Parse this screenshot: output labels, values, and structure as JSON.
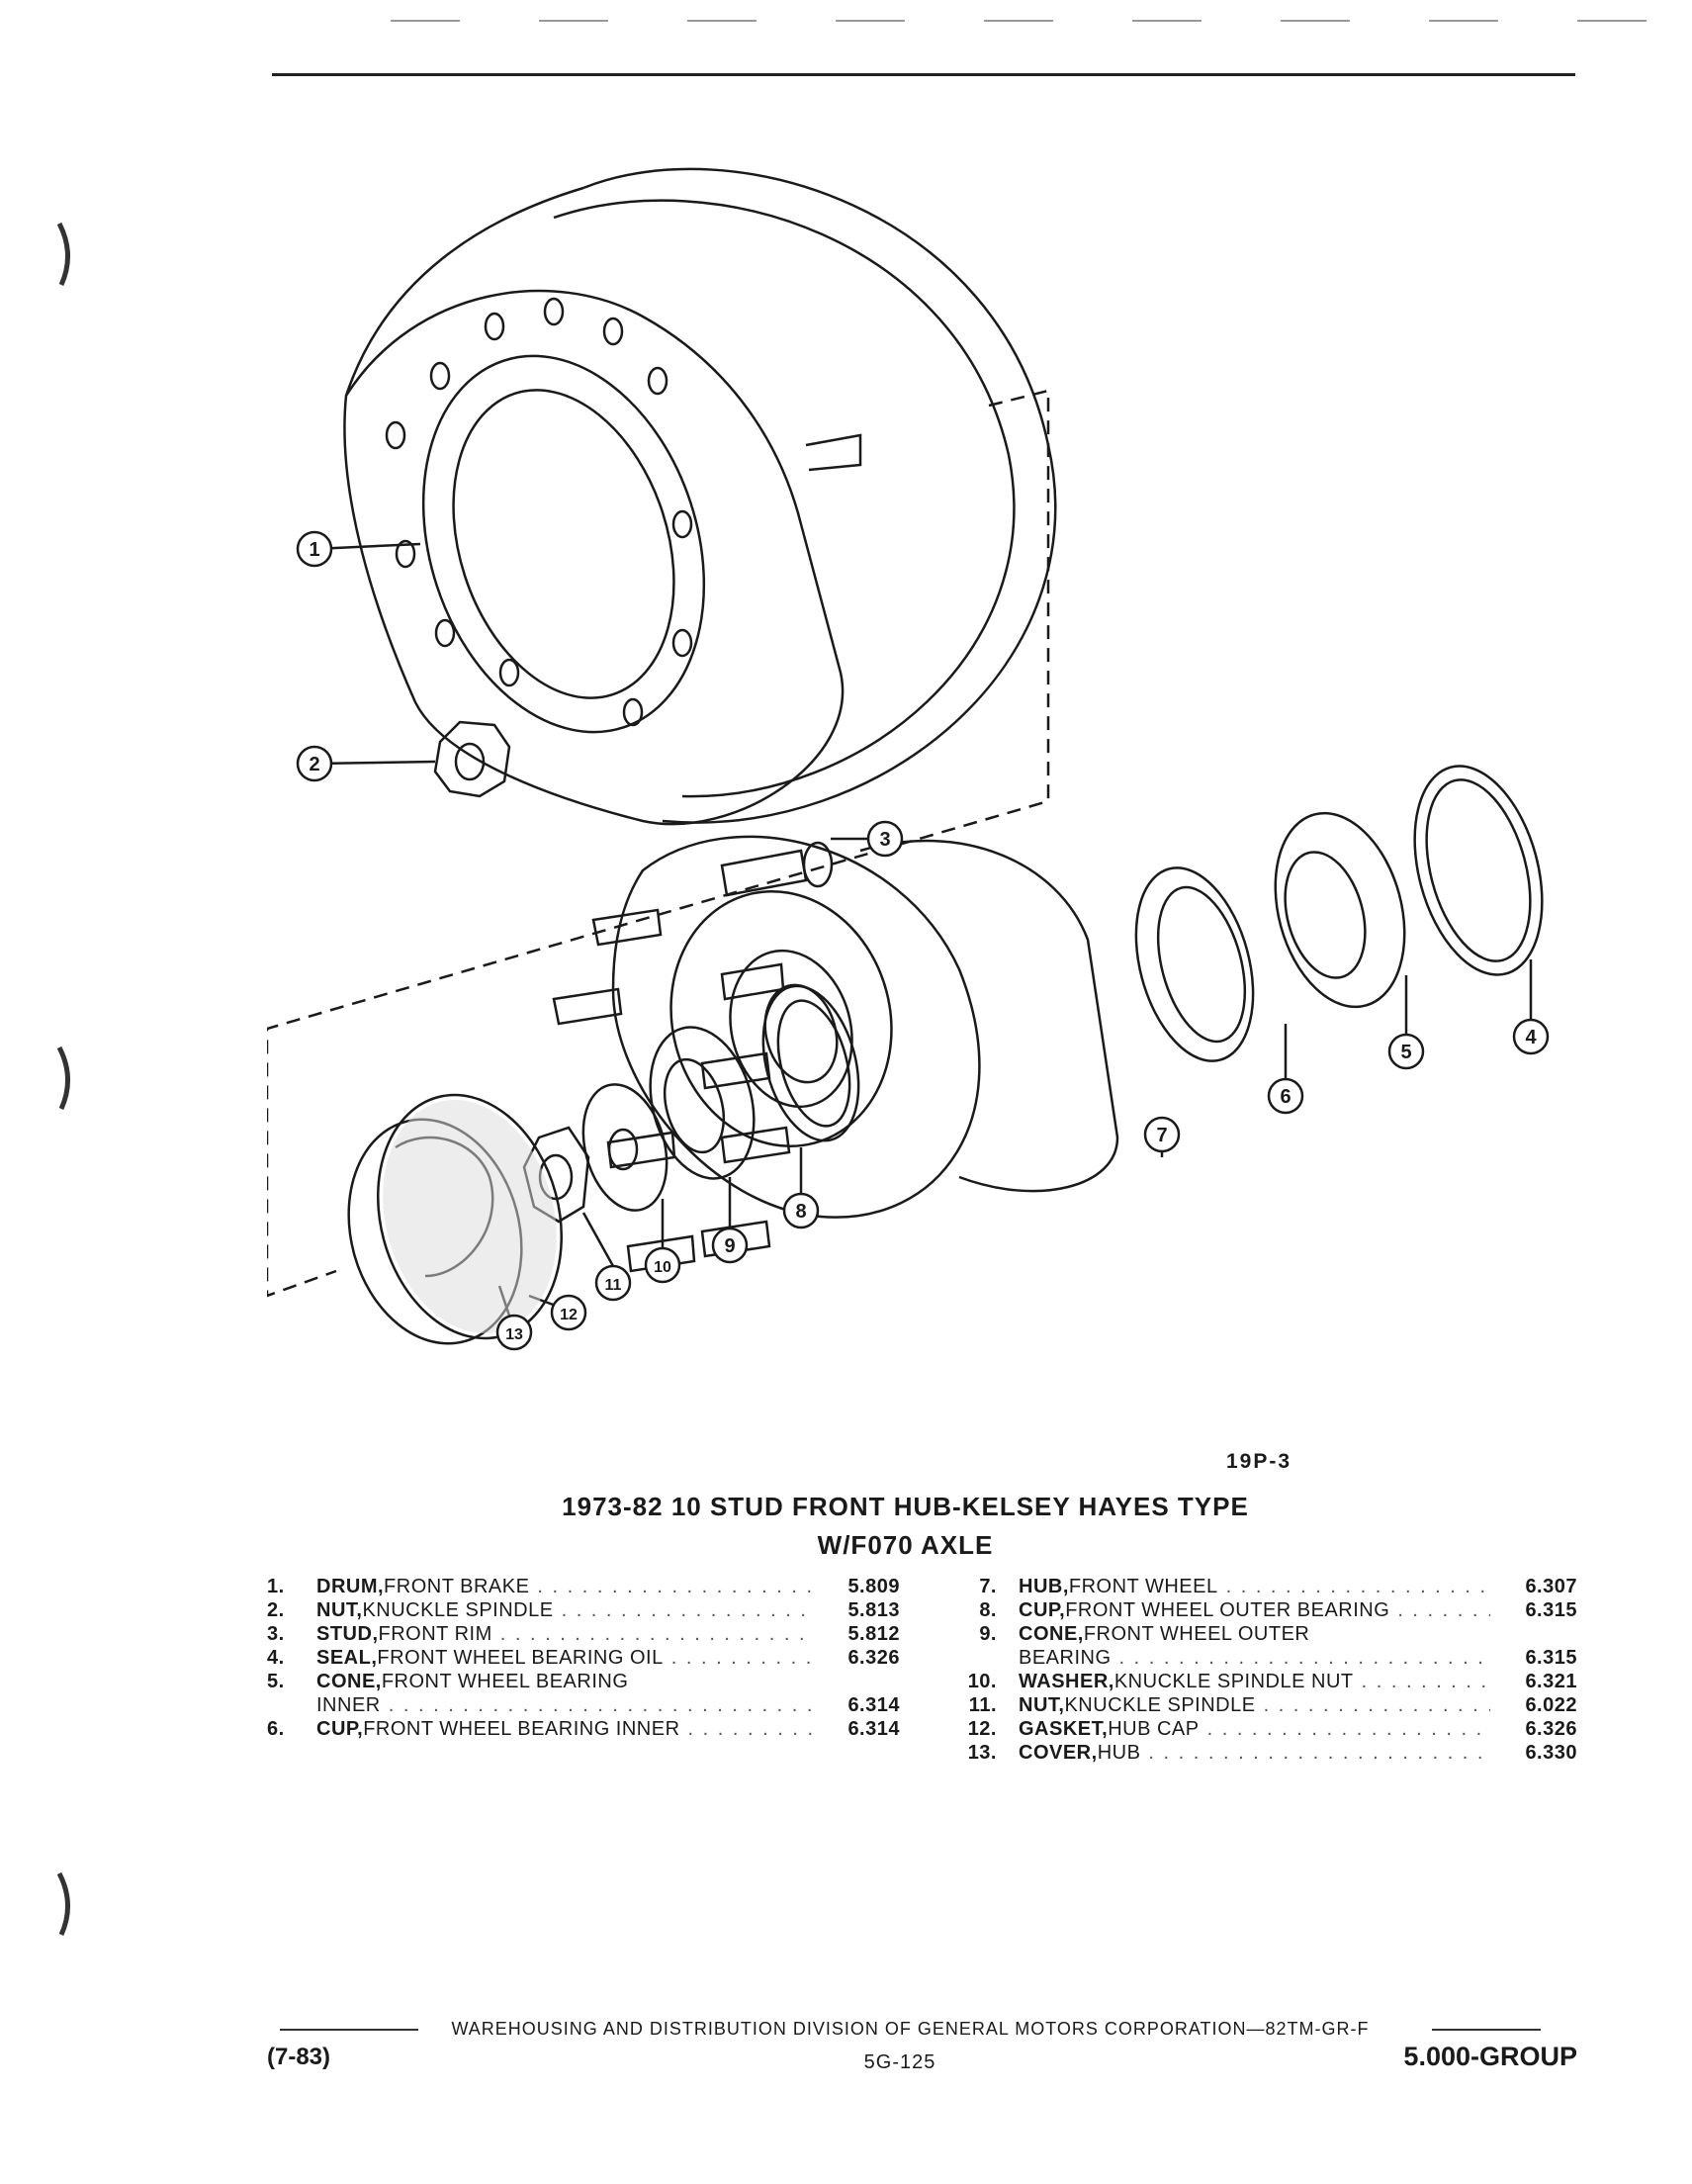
{
  "figure": {
    "code": "19P-3",
    "title_line1": "1973-82 10 STUD FRONT HUB-KELSEY HAYES TYPE",
    "title_line2": "W/F070 AXLE",
    "callouts": [
      "1",
      "2",
      "3",
      "4",
      "5",
      "6",
      "7",
      "8",
      "9",
      "10",
      "11",
      "12",
      "13"
    ]
  },
  "parts_left": [
    {
      "num": "1.",
      "bold": "DRUM,",
      "rest": " FRONT BRAKE",
      "code": "5.809"
    },
    {
      "num": "2.",
      "bold": "NUT,",
      "rest": " KNUCKLE SPINDLE",
      "code": "5.813"
    },
    {
      "num": "3.",
      "bold": "STUD,",
      "rest": " FRONT RIM",
      "code": "5.812"
    },
    {
      "num": "4.",
      "bold": "SEAL,",
      "rest": " FRONT WHEEL BEARING OIL",
      "code": "6.326"
    },
    {
      "num": "5.",
      "bold": "CONE,",
      "rest": " FRONT WHEEL BEARING",
      "code": ""
    },
    {
      "num": "",
      "bold": "",
      "rest": "INNER",
      "code": "6.314"
    },
    {
      "num": "6.",
      "bold": "CUP,",
      "rest": " FRONT WHEEL BEARING INNER",
      "code": "6.314"
    }
  ],
  "parts_right": [
    {
      "num": "7.",
      "bold": "HUB,",
      "rest": " FRONT WHEEL",
      "code": "6.307"
    },
    {
      "num": "8.",
      "bold": "CUP,",
      "rest": " FRONT WHEEL OUTER BEARING",
      "code": "6.315"
    },
    {
      "num": "9.",
      "bold": "CONE,",
      "rest": " FRONT WHEEL OUTER",
      "code": ""
    },
    {
      "num": "",
      "bold": "",
      "rest": "BEARING",
      "code": "6.315"
    },
    {
      "num": "10.",
      "bold": "WASHER,",
      "rest": " KNUCKLE SPINDLE NUT",
      "code": "6.321"
    },
    {
      "num": "11.",
      "bold": "NUT,",
      "rest": " KNUCKLE SPINDLE",
      "code": "6.022"
    },
    {
      "num": "12.",
      "bold": "GASKET,",
      "rest": " HUB CAP",
      "code": "6.326"
    },
    {
      "num": "13.",
      "bold": "COVER,",
      "rest": " HUB",
      "code": "6.330"
    }
  ],
  "footer": {
    "division": "WAREHOUSING AND DISTRIBUTION DIVISION OF GENERAL MOTORS CORPORATION—82TM-GR-F",
    "date": "(7-83)",
    "page": "5G-125",
    "group": "5.000-GROUP"
  }
}
